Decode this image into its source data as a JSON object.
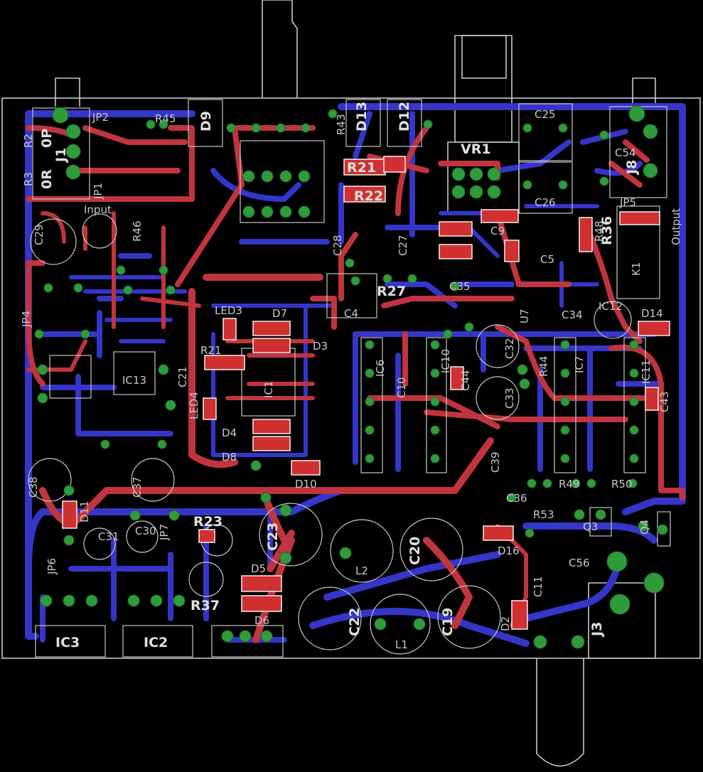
{
  "board": {
    "outline_color": "#c8c8c8",
    "top_copper_color": "#c0343f",
    "bottom_copper_color": "#3535c8",
    "pad_color": "#2f9b3a",
    "background_color": "#000000"
  },
  "labels": {
    "vr1": "VR1",
    "j1": "J1",
    "j8": "J8",
    "j3": "J3",
    "r2": "R2",
    "r3": "R3",
    "r1_0r": "0R",
    "r_0p": "0P",
    "jp1": "JP1",
    "jp2": "JP2",
    "jp4": "JP4",
    "jp5": "JP5",
    "jp6": "JP6",
    "jp7": "JP7",
    "input": "Input",
    "output": "Output",
    "c29": "C29",
    "c38": "C38",
    "c37": "C37",
    "c31": "C31",
    "c30": "C30",
    "c23": "C23",
    "c22": "C22",
    "c20": "C20",
    "c19": "C19",
    "c25": "C25",
    "c26": "C26",
    "c54": "C54",
    "c9": "C9",
    "c5": "C5",
    "c34": "C34",
    "c35": "C35",
    "c4": "C4",
    "c28": "C28",
    "c27": "C27",
    "c21": "C21",
    "c32": "C32",
    "c33": "C33",
    "c39": "C39",
    "c36": "C36",
    "c43": "C43",
    "c44": "C44",
    "c11": "C11",
    "c56": "C56",
    "c10": "C10",
    "r21_top": "R21",
    "r22": "R22",
    "r21": "R21",
    "r23": "R23",
    "r27": "R27",
    "r36": "R36",
    "r48": "R48",
    "r37": "R37",
    "r53": "R53",
    "r49": "R49",
    "r50": "R50",
    "r43": "R43",
    "r44": "R44",
    "r45": "R45",
    "r46": "R46",
    "ic1": "IC1",
    "ic2": "IC2",
    "ic3": "IC3",
    "ic6": "IC6",
    "ic7": "IC7",
    "ic10": "IC10",
    "ic11": "IC11",
    "ic13": "IC13",
    "ic12": "IC12",
    "led3": "LED3",
    "led4": "LED4",
    "d3": "D3",
    "d4": "D4",
    "d5": "D5",
    "d6": "D6",
    "d7": "D7",
    "d8": "D8",
    "d9": "D9",
    "d10": "D10",
    "d11": "D11",
    "d12": "D12",
    "d13": "D13",
    "d14": "D14",
    "d16": "D16",
    "d2": "D2",
    "l1": "L1",
    "l2": "L2",
    "k1": "K1",
    "q3": "Q3",
    "q4": "Q4",
    "u7": "U7"
  }
}
